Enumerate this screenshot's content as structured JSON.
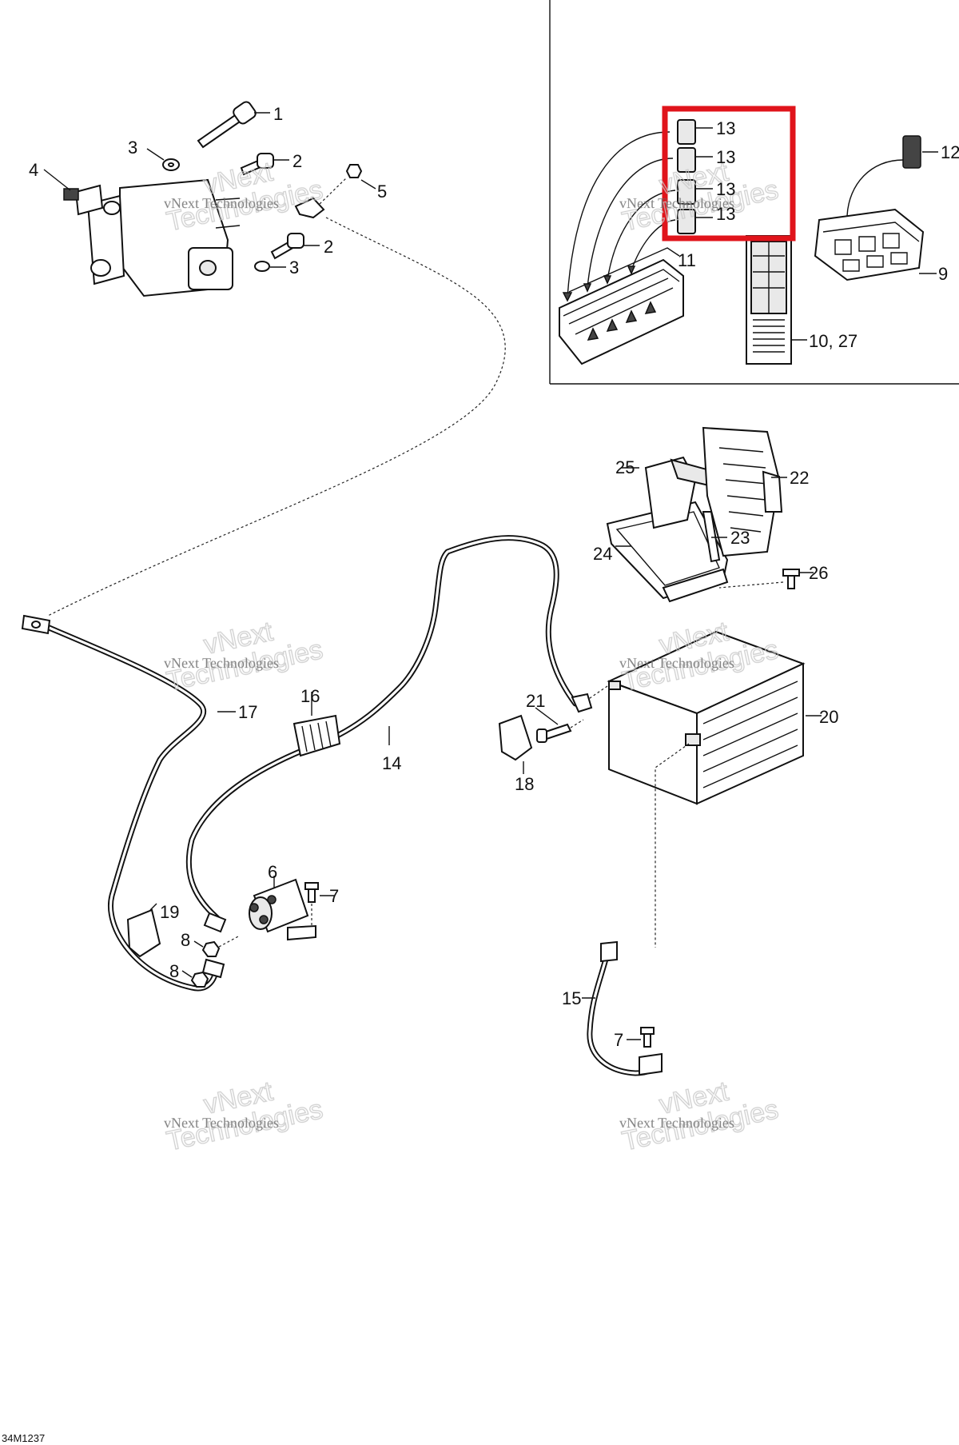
{
  "drawing_code": "34M1237",
  "watermark": {
    "line1": "vNext Technologies",
    "line2": "vNext",
    "line3": "Technologies"
  },
  "callouts": {
    "c1": "1",
    "c2a": "2",
    "c2b": "2",
    "c3a": "3",
    "c3b": "3",
    "c4": "4",
    "c5": "5",
    "c6": "6",
    "c7a": "7",
    "c7b": "7",
    "c8a": "8",
    "c8b": "8",
    "c9": "9",
    "c10": "10, 27",
    "c11": "11",
    "c12": "12",
    "c13a": "13",
    "c13b": "13",
    "c13c": "13",
    "c13d": "13",
    "c14": "14",
    "c15": "15",
    "c16": "16",
    "c17": "17",
    "c18": "18",
    "c19": "19",
    "c20": "20",
    "c21": "21",
    "c22": "22",
    "c23": "23",
    "c24": "24",
    "c25": "25",
    "c26": "26"
  },
  "colors": {
    "highlight": "#e0141b",
    "ink": "#111111"
  }
}
